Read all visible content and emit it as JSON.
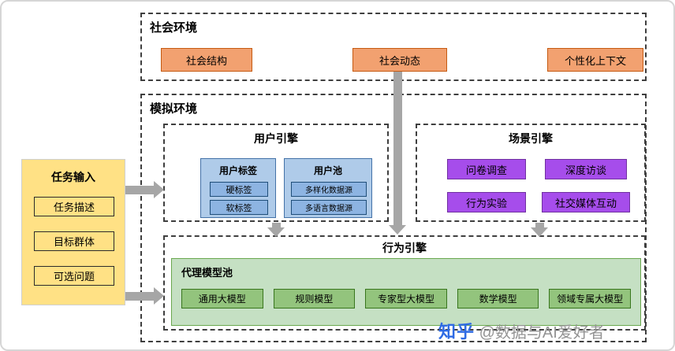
{
  "social_env": {
    "title": "社会环境",
    "items": [
      "社会结构",
      "社会动态",
      "个性化上下文"
    ]
  },
  "sim_env": {
    "title": "模拟环境"
  },
  "user_engine": {
    "title": "用户引擎",
    "user_tags": {
      "title": "用户标签",
      "items": [
        "硬标签",
        "软标签"
      ]
    },
    "user_pool": {
      "title": "用户池",
      "items": [
        "多样化数据源",
        "多语言数据源"
      ]
    }
  },
  "scene_engine": {
    "title": "场景引擎",
    "items": [
      "问卷调查",
      "深度访谈",
      "行为实验",
      "社交媒体互动"
    ]
  },
  "behavior_engine": {
    "title": "行为引擎",
    "model_pool": {
      "title": "代理模型池",
      "items": [
        "通用大模型",
        "规则模型",
        "专家型大模型",
        "数学模型",
        "领域专属大模型"
      ]
    }
  },
  "task_input": {
    "title": "任务输入",
    "items": [
      "任务描述",
      "目标群体",
      "可选问题"
    ]
  },
  "watermark": {
    "brand": "知乎",
    "handle": "@数据与AI爱好者"
  },
  "colors": {
    "orange_fill": "#F2A170",
    "orange_border": "#C55A11",
    "blue_panel_fill": "#AFCBE9",
    "blue_chip_fill": "#8DB4E2",
    "blue_border": "#1F4E79",
    "purple_fill": "#A64DEB",
    "purple_border": "#7030A0",
    "green_panel_fill": "#C5E0C3",
    "green_chip_fill": "#93C47D",
    "green_border": "#38761D",
    "yellow_fill": "#FFE185",
    "arrow_gray": "#A6A6A6",
    "dashed_border": "#3F3F3F",
    "zhihu_blue": "#2F6BE4",
    "watermark_gray": "#949494"
  }
}
